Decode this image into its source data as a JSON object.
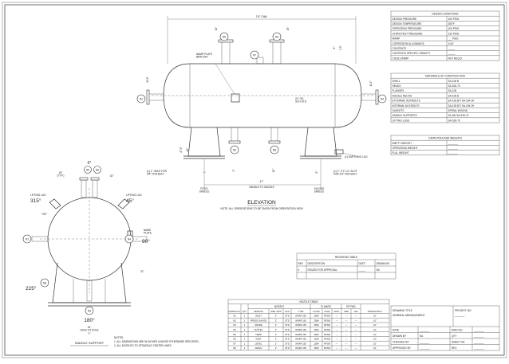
{
  "elevation": {
    "overall_dim": "74\" OAL",
    "dim_40_a": "40\"",
    "dim_23": "23\"",
    "dim_6_sq": "6\"",
    "dim_2_5": "2.5\"",
    "dim_11_5": "11.5\"",
    "dim_31_5": "31.5\"",
    "dim_27_5": "27.5\"",
    "dim_40_b": "40\"",
    "dim_7": "7\"",
    "dim_2": "2\"",
    "dim_12": "12\"",
    "dim_6": "6\"",
    "dim_47": "47\"",
    "nameplate_label": "NAME PLATE\nBRACKET",
    "shell_label": "24\" OD\nSCH STD",
    "earthing_lug": "(1) EARTHING LUG",
    "hole_label": "(1) 1\" HOLE FOR\n3/4\" FDN BOLT",
    "slot_label": "(1) 1\" X 2\" LG. SLOT\nFOR 3/4\" FDN BOLT",
    "fixed_saddle": "FIXED\nSADDLE",
    "sliding_saddle": "SLIDING\nSADDLE",
    "saddle_to_saddle": "SADDLE TO SADDLE",
    "title": "ELEVATION",
    "note": "NOTE: ALL ORIENTATIONS TO BE TAKEN FROM ORIENTATION VIEW"
  },
  "nozzle_tags": [
    "N1",
    "N2",
    "N3",
    "N4",
    "N5",
    "N6",
    "N7",
    "N8"
  ],
  "side_view": {
    "angle_0": "0°",
    "angle_315": "315°",
    "angle_45": "45°",
    "angle_90": "90°",
    "angle_180": "180°",
    "angle_225": "225°",
    "lifting_lug_left": "LIFTING LUG",
    "lifting_lug_right": "LIFTING LUG",
    "top": "TOP",
    "name_plate": "NAME\nPLATE",
    "dim_18": "18\"\n(TYP.)",
    "dim_15": "15\"",
    "dim_21": "21\"",
    "dim_2": "2\"",
    "dim_16": "16\"\nHOLE TO HOLE",
    "title": "SADDLE SUPPORT"
  },
  "design_conditions": {
    "title": "DESIGN CONDITIONS",
    "rows": [
      [
        "DESIGN PRESSURE",
        "100 PSIG"
      ],
      [
        "DESIGN TEMPERATURE",
        "250°F"
      ],
      [
        "OPERATING PRESSURE",
        "100 PSIG"
      ],
      [
        "HYDROTEST PRESSURE",
        "130 PSIG"
      ],
      [
        "MAWP",
        "___PSIG"
      ],
      [
        "CORROSION ALLOWANCE",
        "1/16\""
      ],
      [
        "CONTENTS",
        "_____"
      ],
      [
        "CONTENTS SPECIFIC GRAVITY",
        "_____"
      ],
      [
        "CODE STAMP",
        "NOT REQ'D"
      ]
    ]
  },
  "materials": {
    "title": "MATERIALS OF CONSTRUCTION",
    "rows": [
      [
        "SHELL",
        "SA-106 B"
      ],
      [
        "HEADS",
        "SA-516-70"
      ],
      [
        "FLANGES",
        "SA-105"
      ],
      [
        "NOZZLE NECKS",
        "SA-106 B"
      ],
      [
        "EXTERNAL NUT/BOLTS",
        "SA-193 B7/ SA-194 2H"
      ],
      [
        "INTERNAL NUT/BOLTS",
        "SA-193 B7/ SA-194 2H"
      ],
      [
        "GASKETS",
        "SPIRAL WOUND"
      ],
      [
        "SADDLE SUPPORTS",
        "SA-36/ SA-516-70"
      ],
      [
        "LIFTING LUGS",
        "SA-516-70"
      ]
    ]
  },
  "capacities": {
    "title": "CAPACITIES AND WEIGHTS",
    "rows": [
      [
        "EMPTY WEIGHT",
        "_______"
      ],
      [
        "OPERATING WEIGHT",
        "_______"
      ],
      [
        "FULL WEIGHT",
        "_______"
      ]
    ]
  },
  "revisions": {
    "title": "REVISIONS TABLE",
    "headers": [
      "REV",
      "DESCRIPTION",
      "DATE",
      "DRAWN BY"
    ],
    "rows": [
      [
        "0",
        "ISSUED FOR APPROVAL",
        "_____",
        "SA"
      ]
    ]
  },
  "nozzle_schedule": {
    "title": "NOZZLE TABLE",
    "group_nozzle": "NOZZLE",
    "group_flange": "FLANGE",
    "group_rf": "RF PAD",
    "headers": [
      "NOZZLE No.",
      "QTY",
      "SERVICE",
      "SIZE / NPS",
      "SCH",
      "TYPE",
      "CLASS",
      "FACE",
      "MATL",
      "SIZE",
      "THK",
      "NOZZLE PROJ."
    ],
    "rows": [
      [
        "N1",
        "1",
        "INLET",
        "2\"",
        "STD",
        "WNRF 150",
        "150#",
        "RFSM",
        "---",
        "---",
        "---",
        "10\""
      ],
      [
        "N2",
        "1",
        "PRESS GAUGE",
        "2\"",
        "STD",
        "WNRF 150",
        "150#",
        "RFSM",
        "---",
        "---",
        "---",
        "10\""
      ],
      [
        "N3",
        "1",
        "SPARE",
        "2\"",
        "STD",
        "WNRF 150",
        "150#",
        "RFSM",
        "---",
        "---",
        "---",
        "10\""
      ],
      [
        "N4",
        "1",
        "OUTLET",
        "2\"",
        "STD",
        "WNRF 150",
        "150#",
        "RFSM",
        "---",
        "---",
        "---",
        "10\""
      ],
      [
        "N5",
        "1",
        "TEMP",
        "2\"",
        "STD",
        "WNRF 150",
        "150#",
        "RFSM",
        "---",
        "---",
        "---",
        "10\""
      ],
      [
        "N6",
        "1",
        "VENT",
        "2\"",
        "STD",
        "WNRF 150",
        "150#",
        "RFSM",
        "---",
        "---",
        "---",
        "10\""
      ],
      [
        "N7",
        "1",
        "LEVEL",
        "2\"",
        "STD",
        "WNRF 150",
        "150#",
        "RFSM",
        "---",
        "---",
        "---",
        "10\""
      ],
      [
        "N8",
        "1",
        "DRAIN",
        "2\"",
        "STD",
        "WNRF 150",
        "150#",
        "RFSM",
        "---",
        "---",
        "---",
        "10\""
      ]
    ]
  },
  "notes": {
    "title": "NOTES:",
    "lines": [
      "1. ALL DIMENSIONS ARE IN INCHES UNLESS OTHERWISE SPECIFIED.",
      "2. ALL NOZZLES TO STRADDLE CENTER LINES."
    ]
  },
  "title_block": {
    "drawing_title_label": "DRAWING TITLE",
    "drawing_title": "GENERAL ARRANGEMENT",
    "project_no_label": "PROJECT NO.",
    "project_no": "_______",
    "date_label": "DATE",
    "date": "_______",
    "drawn_by_label": "DRAWN BY",
    "drawn_by": "SA",
    "checked_by_label": "CHECKED BY",
    "checked_by": "_______",
    "approved_by_label": "APPROVED BY",
    "approved_by": "_______",
    "dwg_no_label": "DWG NO.",
    "dwg_no": "_______",
    "qty_label": "QTY",
    "qty": "_______",
    "sheet_label": "SHEET NO.",
    "sheet": "_______",
    "rev_label": "REV",
    "rev": "_______"
  }
}
